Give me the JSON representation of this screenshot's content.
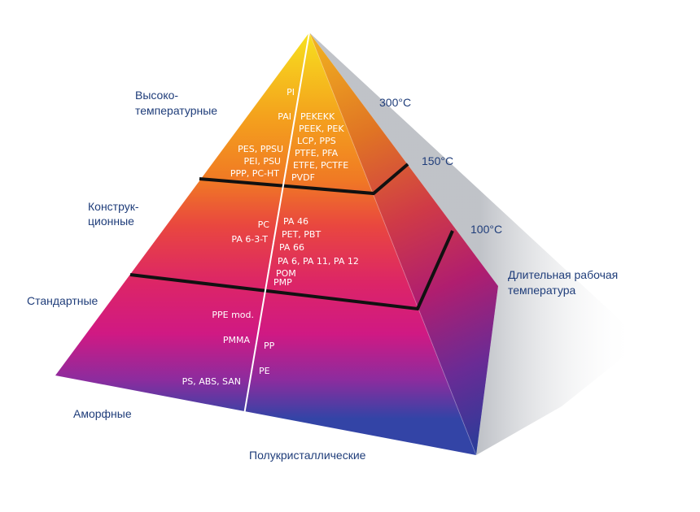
{
  "categories": {
    "high_temp": [
      "Высоко-",
      "температурные"
    ],
    "engineering": [
      "Конструк-",
      "ционные"
    ],
    "standard": "Стандартные",
    "amorphous": "Аморфные",
    "semicrystalline": "Полукристаллические"
  },
  "temperatures": {
    "t300": "300°C",
    "t150": "150°C",
    "t100": "100°C",
    "axis_label": [
      "Длительная рабочая",
      "температура"
    ]
  },
  "polymers": {
    "high_temp": {
      "amorphous": [
        "PI",
        "PAI",
        "PES, PPSU",
        "PEI, PSU",
        "PPP, PC-HT"
      ],
      "semicrystalline": [
        "PEKEKK",
        "PEEK, PEK",
        "LCP, PPS",
        "PTFE, PFA",
        "ETFE, PCTFE",
        "PVDF"
      ]
    },
    "engineering": {
      "amorphous": [
        "PC",
        "PA 6-3-T"
      ],
      "semicrystalline": [
        "PA 46",
        "PET, PBT",
        "PA 66",
        "PA 6, PA 11, PA 12",
        "POM",
        "PMP"
      ]
    },
    "standard": {
      "amorphous": [
        "PPE mod.",
        "PMMA",
        "PS, ABS, SAN"
      ],
      "semicrystalline": [
        "PP",
        "PE"
      ]
    }
  },
  "colors": {
    "top": "#f7e11e",
    "orange": "#f18a22",
    "red": "#e8453f",
    "magenta": "#d51a83",
    "purple": "#8a2ea0",
    "blue": "#2747a3",
    "label": "#1f3d7a"
  }
}
